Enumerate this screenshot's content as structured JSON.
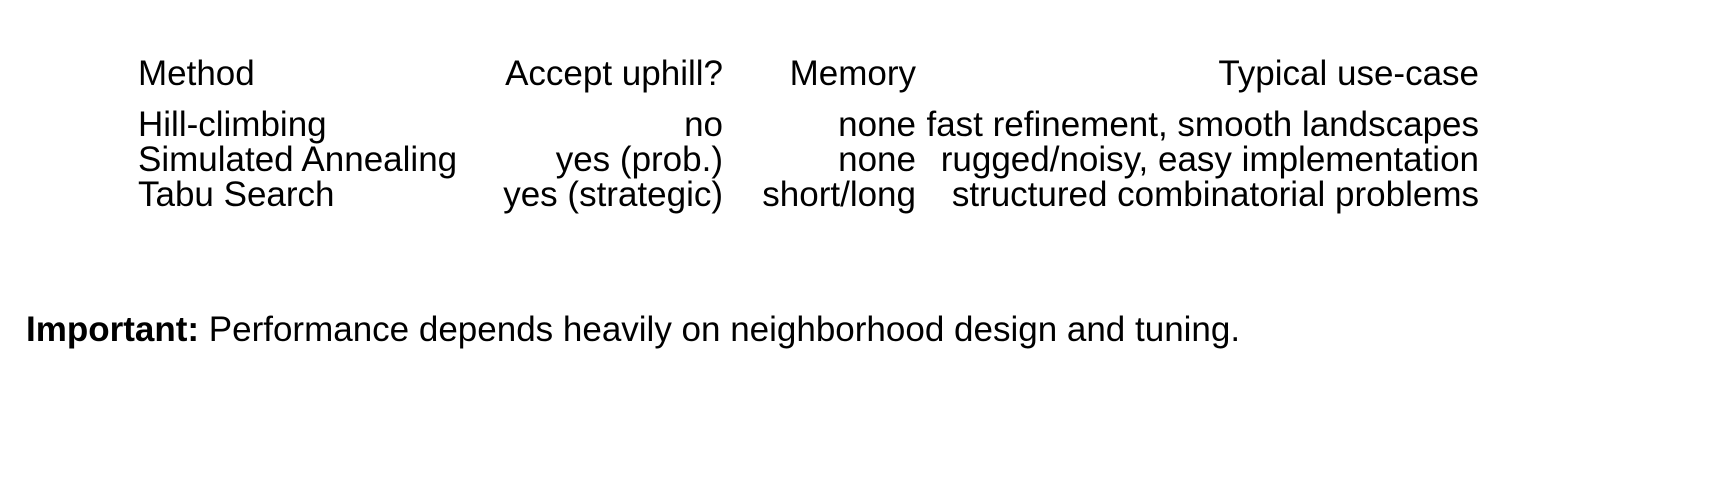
{
  "table": {
    "columns": [
      {
        "key": "method",
        "header": "Method",
        "align": "left"
      },
      {
        "key": "uphill",
        "header": "Accept uphill?",
        "align": "right"
      },
      {
        "key": "memory",
        "header": "Memory",
        "align": "right"
      },
      {
        "key": "usecase",
        "header": "Typical use-case",
        "align": "right"
      }
    ],
    "headers": {
      "method": "Method",
      "uphill": "Accept uphill?",
      "memory": "Memory",
      "usecase": "Typical use-case"
    },
    "rows": [
      {
        "method": "Hill-climbing",
        "uphill": "no",
        "memory": "none",
        "usecase": "fast refinement, smooth landscapes"
      },
      {
        "method": "Simulated Annealing",
        "uphill": "yes (prob.)",
        "memory": "none",
        "usecase": "rugged/noisy, easy implementation"
      },
      {
        "method": "Tabu Search",
        "uphill": "yes (strategic)",
        "memory": "short/long",
        "usecase": "structured combinatorial problems"
      }
    ]
  },
  "note": {
    "label": "Important:",
    "text": "Performance depends heavily on neighborhood design and tuning."
  },
  "colors": {
    "background": "#ffffff",
    "text": "#000000",
    "rule": "#000000"
  }
}
